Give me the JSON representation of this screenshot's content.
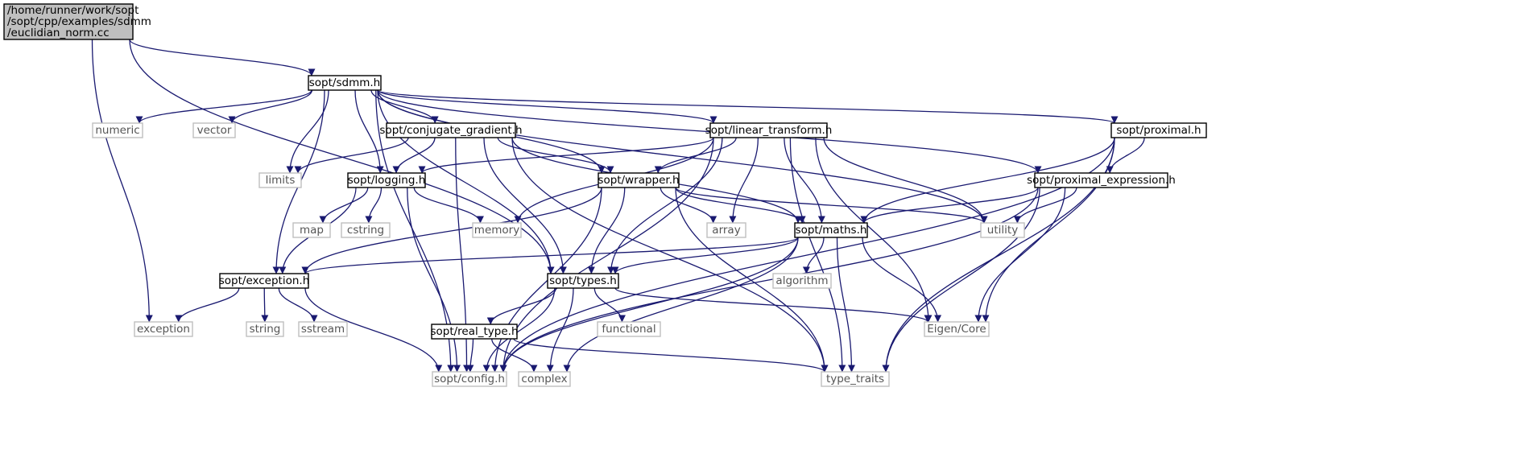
{
  "diagram": {
    "type": "include-dependency-graph",
    "root": "euclidian_norm",
    "nodes": [
      {
        "id": "euclidian_norm",
        "lines": [
          "/home/runner/work/sopt",
          "/sopt/cpp/examples/sdmm",
          "/euclidian_norm.cc"
        ],
        "kind": "root"
      },
      {
        "id": "sdmm",
        "lines": [
          "sopt/sdmm.h"
        ],
        "kind": "local"
      },
      {
        "id": "conjugate_gradient",
        "lines": [
          "sopt/conjugate_gradient.h"
        ],
        "kind": "local"
      },
      {
        "id": "linear_transform",
        "lines": [
          "sopt/linear_transform.h"
        ],
        "kind": "local"
      },
      {
        "id": "proximal",
        "lines": [
          "sopt/proximal.h"
        ],
        "kind": "local"
      },
      {
        "id": "proximal_expression",
        "lines": [
          "sopt/proximal_expression.h"
        ],
        "kind": "local"
      },
      {
        "id": "logging",
        "lines": [
          "sopt/logging.h"
        ],
        "kind": "local"
      },
      {
        "id": "wrapper",
        "lines": [
          "sopt/wrapper.h"
        ],
        "kind": "local"
      },
      {
        "id": "maths",
        "lines": [
          "sopt/maths.h"
        ],
        "kind": "local"
      },
      {
        "id": "exception_h",
        "lines": [
          "sopt/exception.h"
        ],
        "kind": "local"
      },
      {
        "id": "types",
        "lines": [
          "sopt/types.h"
        ],
        "kind": "local"
      },
      {
        "id": "real_type",
        "lines": [
          "sopt/real_type.h"
        ],
        "kind": "local"
      },
      {
        "id": "config",
        "lines": [
          "sopt/config.h"
        ],
        "kind": "system"
      },
      {
        "id": "numeric",
        "lines": [
          "numeric"
        ],
        "kind": "system"
      },
      {
        "id": "vector",
        "lines": [
          "vector"
        ],
        "kind": "system"
      },
      {
        "id": "limits",
        "lines": [
          "limits"
        ],
        "kind": "system"
      },
      {
        "id": "map",
        "lines": [
          "map"
        ],
        "kind": "system"
      },
      {
        "id": "cstring",
        "lines": [
          "cstring"
        ],
        "kind": "system"
      },
      {
        "id": "memory",
        "lines": [
          "memory"
        ],
        "kind": "system"
      },
      {
        "id": "array",
        "lines": [
          "array"
        ],
        "kind": "system"
      },
      {
        "id": "utility",
        "lines": [
          "utility"
        ],
        "kind": "system"
      },
      {
        "id": "algorithm",
        "lines": [
          "algorithm"
        ],
        "kind": "system"
      },
      {
        "id": "exception",
        "lines": [
          "exception"
        ],
        "kind": "system"
      },
      {
        "id": "string",
        "lines": [
          "string"
        ],
        "kind": "system"
      },
      {
        "id": "sstream",
        "lines": [
          "sstream"
        ],
        "kind": "system"
      },
      {
        "id": "functional",
        "lines": [
          "functional"
        ],
        "kind": "system"
      },
      {
        "id": "eigen_core",
        "lines": [
          "Eigen/Core"
        ],
        "kind": "system"
      },
      {
        "id": "complex",
        "lines": [
          "complex"
        ],
        "kind": "system"
      },
      {
        "id": "type_traits",
        "lines": [
          "type_traits"
        ],
        "kind": "system"
      }
    ],
    "edges": [
      [
        "euclidian_norm",
        "sdmm"
      ],
      [
        "euclidian_norm",
        "exception"
      ],
      [
        "euclidian_norm",
        "types"
      ],
      [
        "sdmm",
        "numeric"
      ],
      [
        "sdmm",
        "vector"
      ],
      [
        "sdmm",
        "conjugate_gradient"
      ],
      [
        "sdmm",
        "logging"
      ],
      [
        "sdmm",
        "limits"
      ],
      [
        "sdmm",
        "config"
      ],
      [
        "sdmm",
        "exception_h"
      ],
      [
        "sdmm",
        "types"
      ],
      [
        "sdmm",
        "wrapper"
      ],
      [
        "sdmm",
        "linear_transform"
      ],
      [
        "sdmm",
        "utility"
      ],
      [
        "sdmm",
        "proximal_expression"
      ],
      [
        "sdmm",
        "proximal"
      ],
      [
        "conjugate_gradient",
        "limits"
      ],
      [
        "conjugate_gradient",
        "logging"
      ],
      [
        "conjugate_gradient",
        "config"
      ],
      [
        "conjugate_gradient",
        "wrapper"
      ],
      [
        "conjugate_gradient",
        "maths"
      ],
      [
        "conjugate_gradient",
        "types"
      ],
      [
        "conjugate_gradient",
        "type_traits"
      ],
      [
        "linear_transform",
        "logging"
      ],
      [
        "linear_transform",
        "memory"
      ],
      [
        "linear_transform",
        "wrapper"
      ],
      [
        "linear_transform",
        "array"
      ],
      [
        "linear_transform",
        "types"
      ],
      [
        "linear_transform",
        "maths"
      ],
      [
        "linear_transform",
        "config"
      ],
      [
        "linear_transform",
        "eigen_core"
      ],
      [
        "linear_transform",
        "utility"
      ],
      [
        "linear_transform",
        "type_traits"
      ],
      [
        "proximal",
        "maths"
      ],
      [
        "proximal",
        "proximal_expression"
      ],
      [
        "proximal",
        "eigen_core"
      ],
      [
        "proximal",
        "config"
      ],
      [
        "proximal",
        "type_traits"
      ],
      [
        "proximal_expression",
        "maths"
      ],
      [
        "proximal_expression",
        "utility"
      ],
      [
        "proximal_expression",
        "eigen_core"
      ],
      [
        "proximal_expression",
        "config"
      ],
      [
        "proximal_expression",
        "type_traits"
      ],
      [
        "logging",
        "map"
      ],
      [
        "logging",
        "cstring"
      ],
      [
        "logging",
        "memory"
      ],
      [
        "logging",
        "exception_h"
      ],
      [
        "logging",
        "config"
      ],
      [
        "wrapper",
        "array"
      ],
      [
        "wrapper",
        "maths"
      ],
      [
        "wrapper",
        "utility"
      ],
      [
        "wrapper",
        "exception_h"
      ],
      [
        "wrapper",
        "types"
      ],
      [
        "wrapper",
        "config"
      ],
      [
        "wrapper",
        "type_traits"
      ],
      [
        "maths",
        "algorithm"
      ],
      [
        "maths",
        "exception_h"
      ],
      [
        "maths",
        "types"
      ],
      [
        "maths",
        "eigen_core"
      ],
      [
        "maths",
        "config"
      ],
      [
        "maths",
        "complex"
      ],
      [
        "maths",
        "type_traits"
      ],
      [
        "exception_h",
        "exception"
      ],
      [
        "exception_h",
        "string"
      ],
      [
        "exception_h",
        "sstream"
      ],
      [
        "exception_h",
        "config"
      ],
      [
        "types",
        "config"
      ],
      [
        "types",
        "real_type"
      ],
      [
        "types",
        "functional"
      ],
      [
        "types",
        "eigen_core"
      ],
      [
        "types",
        "complex"
      ],
      [
        "real_type",
        "config"
      ],
      [
        "real_type",
        "complex"
      ],
      [
        "real_type",
        "type_traits"
      ]
    ]
  }
}
